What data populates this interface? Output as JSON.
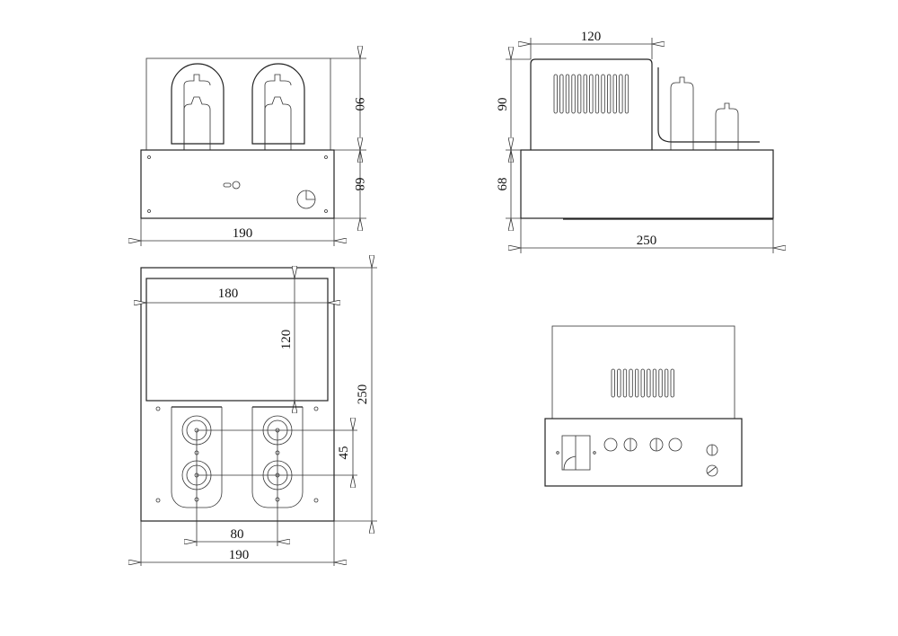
{
  "drawing": {
    "front_view": {
      "dim_height_top": "90",
      "dim_height_chassis": "68",
      "dim_width": "190"
    },
    "side_view": {
      "dim_transformer_width": "120",
      "dim_height_top": "90",
      "dim_height_chassis": "68",
      "dim_length": "250"
    },
    "top_view": {
      "dim_cover_width": "180",
      "dim_cover_depth": "120",
      "dim_depth": "250",
      "dim_socket_pitch_y": "45",
      "dim_socket_pitch_x": "80",
      "dim_width": "190"
    },
    "rear_view": {}
  },
  "colors": {
    "line": "#222222",
    "background": "#ffffff"
  }
}
